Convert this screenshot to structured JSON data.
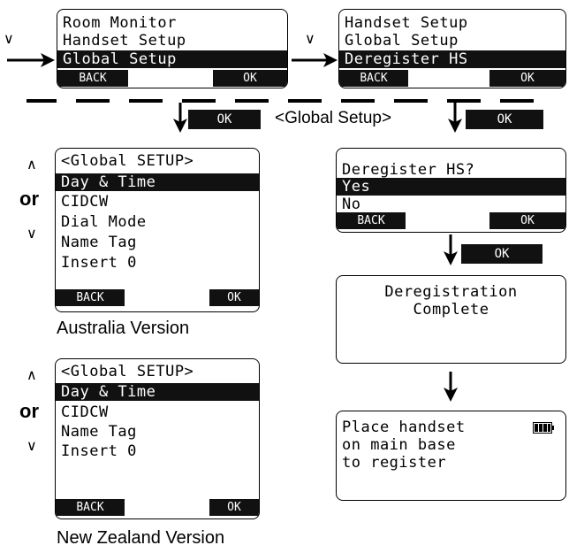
{
  "nav_symbols": {
    "down": "∨",
    "up": "∧"
  },
  "screen1": {
    "lines": [
      "Room Monitor",
      "Handset Setup",
      "Global Setup"
    ],
    "back": "BACK",
    "ok": "OK"
  },
  "screen2": {
    "lines": [
      "Handset Setup",
      "Global Setup",
      "Deregister HS"
    ],
    "back": "BACK",
    "ok": "OK"
  },
  "ok_buttons": {
    "left": "OK",
    "right": "OK",
    "right2": "OK"
  },
  "global_setup_label": "<Global Setup>",
  "screen_au": {
    "title": "<Global SETUP>",
    "items": [
      "Day & Time",
      "CIDCW",
      "Dial Mode",
      "Name Tag",
      "Insert 0"
    ],
    "back": "BACK",
    "ok": "OK"
  },
  "screen_dereg": {
    "prompt": "Deregister HS?",
    "options": [
      "Yes",
      "No"
    ],
    "back": "BACK",
    "ok": "OK"
  },
  "screen_complete": {
    "line1": "Deregistration",
    "line2": "Complete"
  },
  "screen_place": {
    "lines": [
      "Place handset",
      "on main base",
      "to register"
    ],
    "battery_icon": "battery-icon"
  },
  "screen_nz": {
    "title": "<Global SETUP>",
    "items": [
      "Day & Time",
      "CIDCW",
      "Name Tag",
      "Insert 0"
    ],
    "back": "BACK",
    "ok": "OK"
  },
  "or_label": "or",
  "caption_au": "Australia Version",
  "caption_nz": "New Zealand Version"
}
